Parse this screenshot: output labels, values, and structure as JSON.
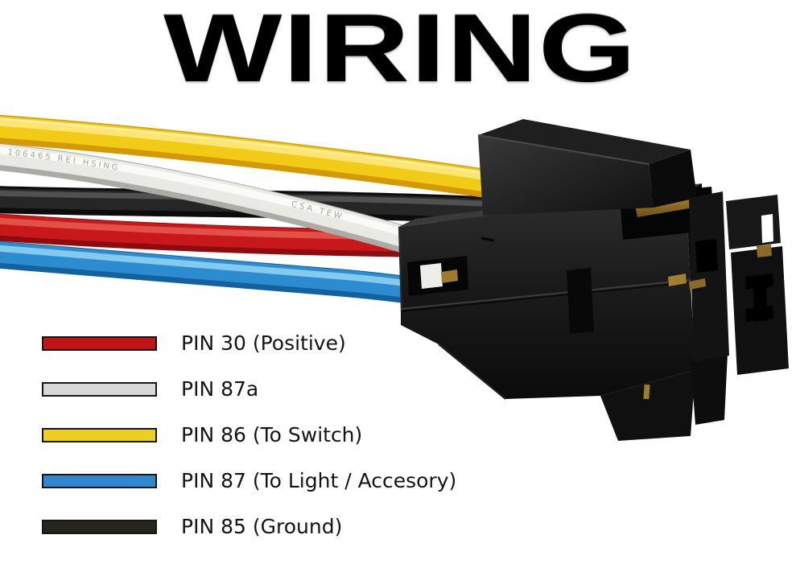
{
  "title": "WIRING",
  "photo": {
    "subject": "5-wire relay socket pigtail",
    "wires": [
      {
        "id": "yellow-wire",
        "color": "#f2cb17"
      },
      {
        "id": "white-wire",
        "color": "#e9e9e5",
        "print_text": "106465  REI  HSING",
        "print_text_2": "CSA  TEW"
      },
      {
        "id": "black-wire",
        "color": "#262626"
      },
      {
        "id": "red-wire",
        "color": "#c8181b"
      },
      {
        "id": "blue-wire",
        "color": "#2d8ccf"
      }
    ]
  },
  "legend": {
    "items": [
      {
        "label": "PIN 30 (Positive)",
        "color": "#c41318"
      },
      {
        "label": "PIN 87a",
        "color": "#d8d8d8"
      },
      {
        "label": "PIN 86 (To Switch)",
        "color": "#eccf21"
      },
      {
        "label": "PIN 87 (To Light / Accesory)",
        "color": "#2e87cf"
      },
      {
        "label": "PIN 85 (Ground)",
        "color": "#26261f"
      }
    ]
  }
}
